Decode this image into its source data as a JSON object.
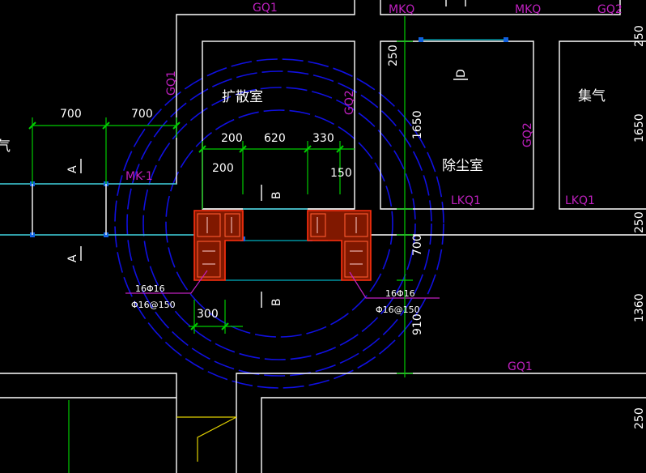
{
  "colors": {
    "background": "#000000",
    "wall": "#ffffff",
    "dimension": "#00cc00",
    "grid_circle": "#1010e0",
    "label": "#c020c0",
    "rebar_outline": "#ff3010",
    "column_fill": "#801800",
    "opening_line": "#00b0c0",
    "leader": "#c020c0",
    "stair_line": "#e0d000"
  },
  "labels": {
    "g01_top": "GQ1",
    "mkq_left": "MKQ",
    "mkq_right": "MKQ",
    "g02_top": "GQ2",
    "g01_vertical": "GQ1",
    "g02_vertical_left": "GQ2",
    "g02_vertical_right": "GQ2",
    "mk1": "MK-1",
    "lkq1_left": "LKQ1",
    "lkq1_right": "LKQ1",
    "g01_bottom": "GQ1"
  },
  "rooms": {
    "diffusion": "扩散室",
    "dust_removal": "除尘室",
    "gas_collect": "集气",
    "left_edge": "气"
  },
  "section_marks": {
    "a_top": "A",
    "a_bottom": "A",
    "b_top": "B",
    "b_bottom": "B",
    "d": "D"
  },
  "dims": {
    "d700a": "700",
    "d700b": "700",
    "d200a": "200",
    "d620": "620",
    "d330": "330",
    "d200b": "200",
    "d150": "150",
    "d300": "300",
    "v250a": "250",
    "v1650": "1650",
    "v700": "700",
    "v910": "910",
    "r250a": "250",
    "r1650": "1650",
    "r250b": "250",
    "r1360": "1360",
    "r250c": "250"
  },
  "rebar": {
    "left_line1": "16Φ16",
    "left_line2": "Φ16@150",
    "right_line1": "16Φ16",
    "right_line2": "Φ16@150"
  }
}
